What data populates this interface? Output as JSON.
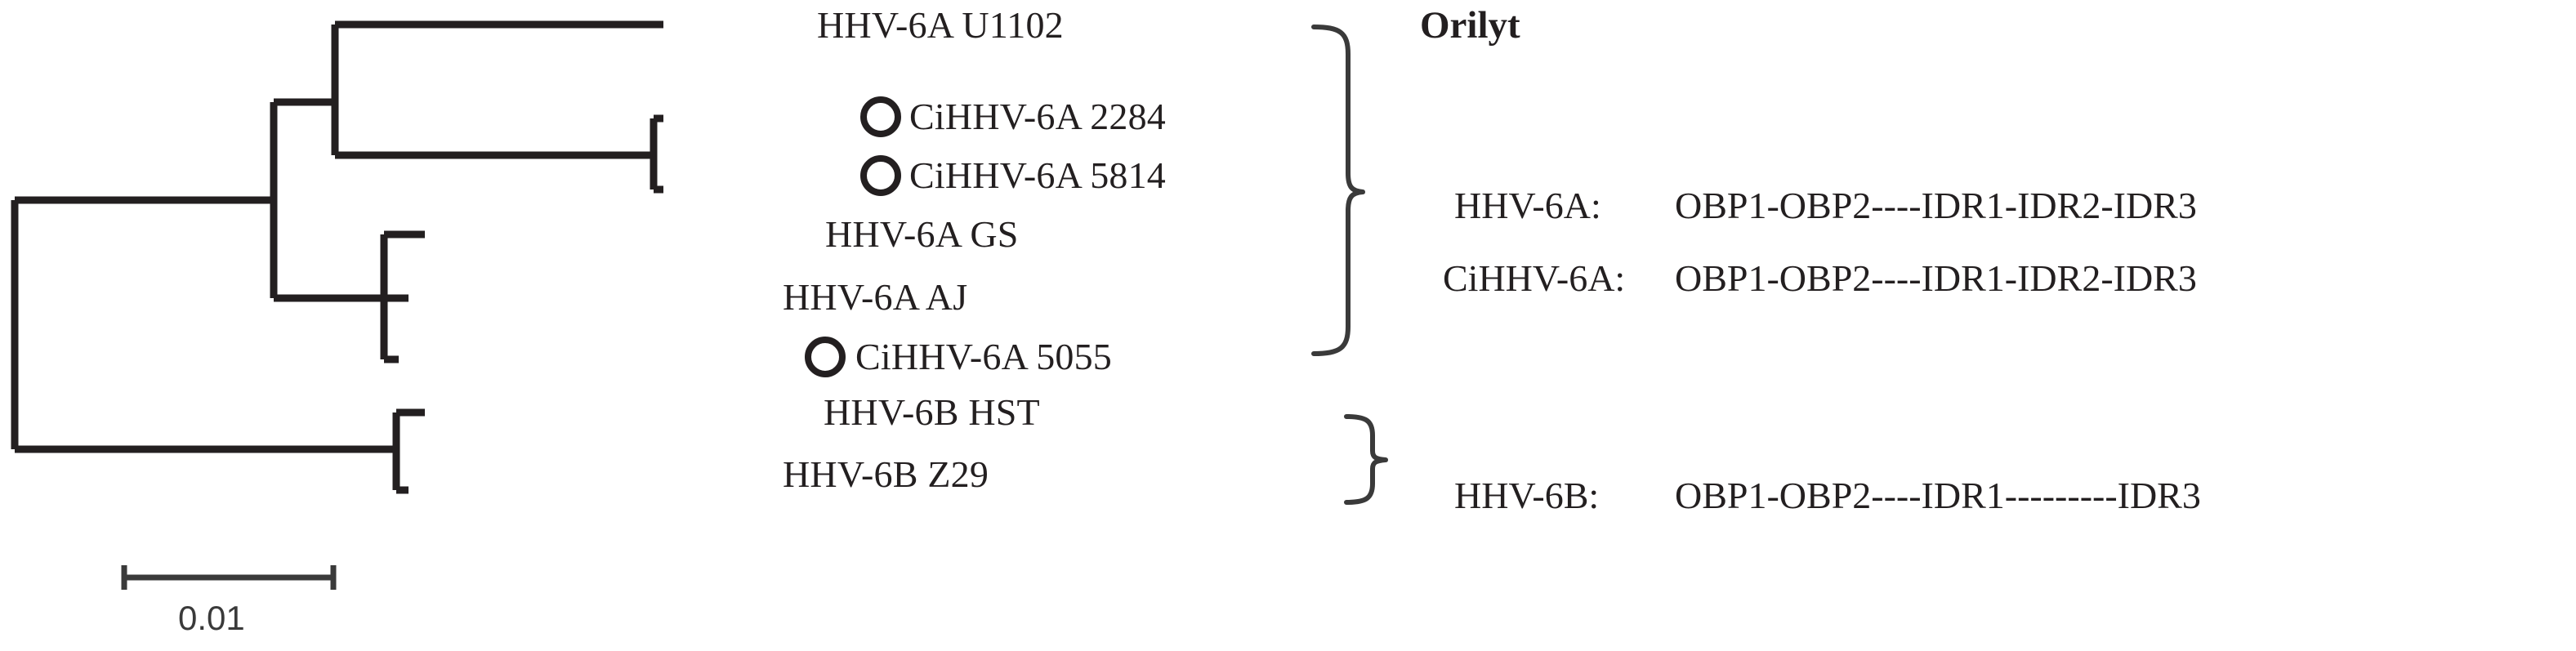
{
  "figure": {
    "type": "phylogenetic-tree",
    "background_color": "#ffffff",
    "line_color": "#231f20"
  },
  "tree": {
    "tips": [
      {
        "id": "hhv6a-u1102",
        "label": "HHV-6A U1102",
        "has_marker": false
      },
      {
        "id": "cihhv6a-2284",
        "label": "CiHHV-6A 2284",
        "has_marker": true
      },
      {
        "id": "cihhv6a-5814",
        "label": "CiHHV-6A 5814",
        "has_marker": true
      },
      {
        "id": "hhv6a-gs",
        "label": "HHV-6A GS",
        "has_marker": false
      },
      {
        "id": "hhv6a-aj",
        "label": "HHV-6A AJ",
        "has_marker": false
      },
      {
        "id": "cihhv6a-5055",
        "label": "CiHHV-6A 5055",
        "has_marker": true
      },
      {
        "id": "hhv6b-hst",
        "label": "HHV-6B HST",
        "has_marker": false
      },
      {
        "id": "hhv6b-z29",
        "label": "HHV-6B Z29",
        "has_marker": false
      }
    ]
  },
  "scale_bar": {
    "value": "0.01"
  },
  "annotations": {
    "title": "Orilyt",
    "rows": [
      {
        "id": "row-hhv6a",
        "name": "HHV-6A:",
        "structure": "OBP1-OBP2----IDR1-IDR2-IDR3"
      },
      {
        "id": "row-cihhv6a",
        "name": "CiHHV-6A:",
        "structure": "OBP1-OBP2----IDR1-IDR2-IDR3"
      },
      {
        "id": "row-hhv6b",
        "name": "HHV-6B:",
        "structure": "OBP1-OBP2----IDR1---------IDR3"
      }
    ]
  }
}
